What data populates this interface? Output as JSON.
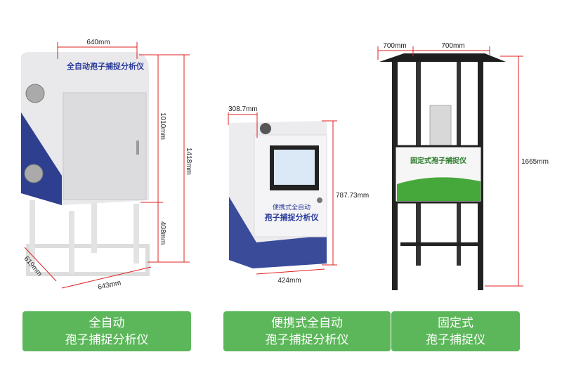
{
  "products": [
    {
      "device_label": "全自动孢子捕捉分析仪",
      "dimensions": {
        "width": "640mm",
        "upper_height": "1010mm",
        "total_height": "1418mm",
        "stand_height": "408mm",
        "depth": "619mm",
        "base_width": "643mm"
      },
      "caption_line1": "全自动",
      "caption_line2": "孢子捕捉分析仪"
    },
    {
      "device_label_line1": "便携式全自动",
      "device_label_line2": "孢子捕捉分析仪",
      "dimensions": {
        "depth": "308.7mm",
        "height": "787.73mm",
        "width": "424mm"
      },
      "caption_line1": "便携式全自动",
      "caption_line2": "孢子捕捉分析仪"
    },
    {
      "device_label": "固定式孢子捕捉仪",
      "dimensions": {
        "roof_overhang": "700mm",
        "roof_width": "700mm",
        "height": "1665mm"
      },
      "caption_line1": "固定式",
      "caption_line2": "孢子捕捉仪"
    }
  ],
  "colors": {
    "caption_green": "#5cb75a",
    "cabinet_blue": "#2f3f8f",
    "dimension_red": "#e02020"
  }
}
